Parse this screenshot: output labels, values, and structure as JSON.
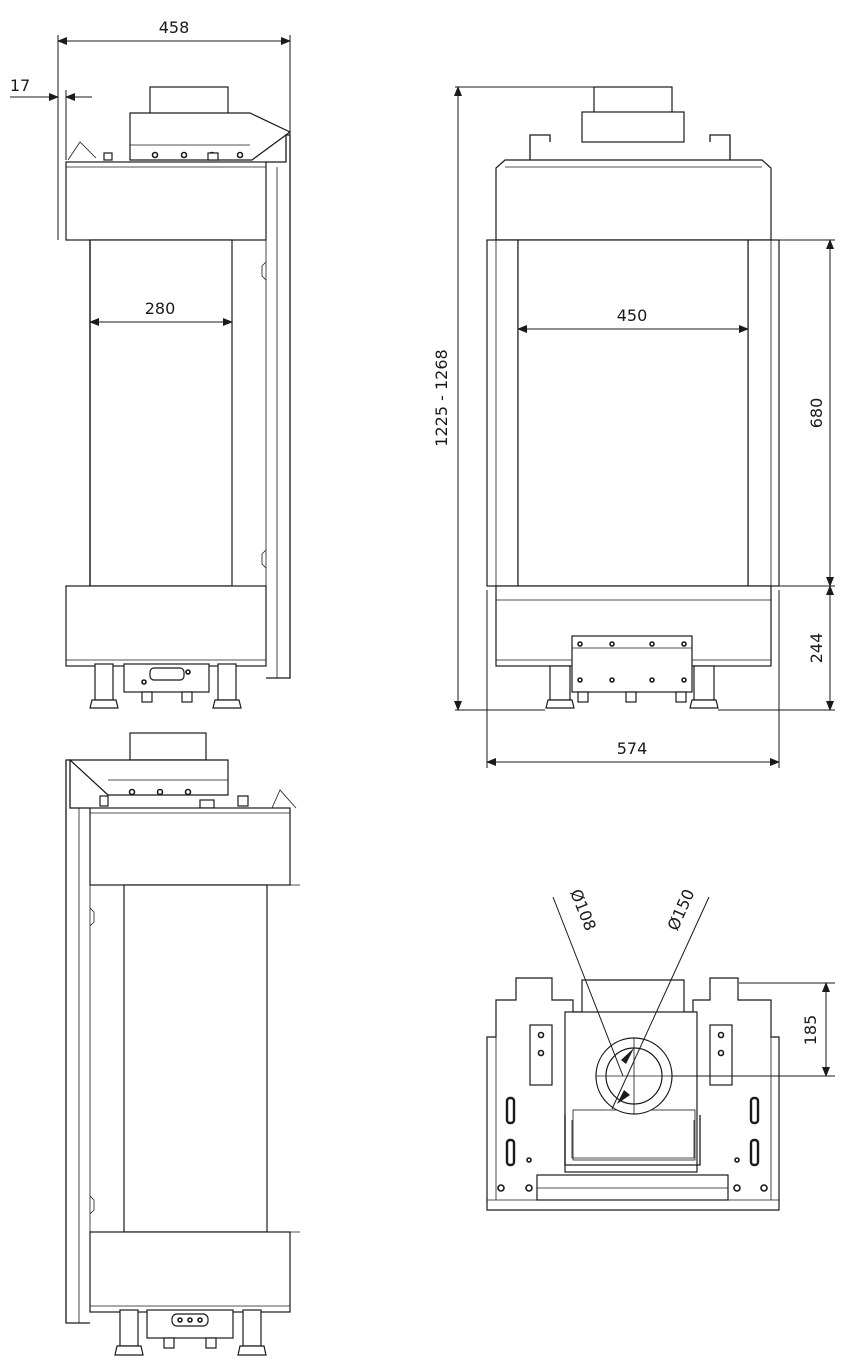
{
  "dimensions": {
    "side_width": "458",
    "side_offset": "17",
    "side_opening_width": "280",
    "front_height": "1225 - 1268",
    "front_opening_width": "450",
    "front_opening_height": "680",
    "front_base_height": "244",
    "front_width": "574",
    "flue_inner_diameter": "Ø108",
    "flue_outer_diameter": "Ø150",
    "flue_offset": "185"
  }
}
